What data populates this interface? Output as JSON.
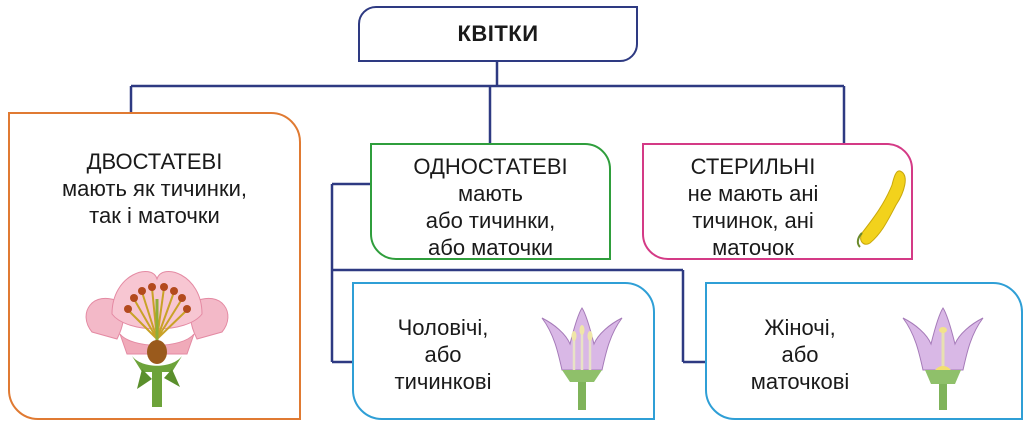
{
  "root": {
    "label": "КВІТКИ"
  },
  "cards": {
    "dvostatevi": {
      "lines": [
        "ДВОСТАТЕВІ",
        "мають як тичинки,",
        "так і маточки"
      ]
    },
    "odnostatevi": {
      "lines": [
        "ОДНОСТАТЕВІ",
        "мають",
        "або тичинки,",
        "або маточки"
      ]
    },
    "sterylni": {
      "lines": [
        "СТЕРИЛЬНІ",
        "не мають ані",
        "тичинок, ані",
        "маточок"
      ]
    },
    "cholovichi": {
      "lines": [
        "Чоловічі,",
        "або",
        "тичинкові"
      ]
    },
    "zhinochi": {
      "lines": [
        "Жіночі,",
        "або",
        "маточкові"
      ]
    }
  },
  "images": {
    "dvostatevi": "bisexual-flower",
    "sterylni": "sterile-petal",
    "cholovichi": "staminate-flower",
    "zhinochi": "pistillate-flower"
  },
  "colors": {
    "connector": "#2e3a82",
    "dvostatevi": "#e07a32",
    "odnostatevi": "#2f9e3c",
    "sterylni": "#d43a86",
    "sub": "#2f9fd6"
  }
}
